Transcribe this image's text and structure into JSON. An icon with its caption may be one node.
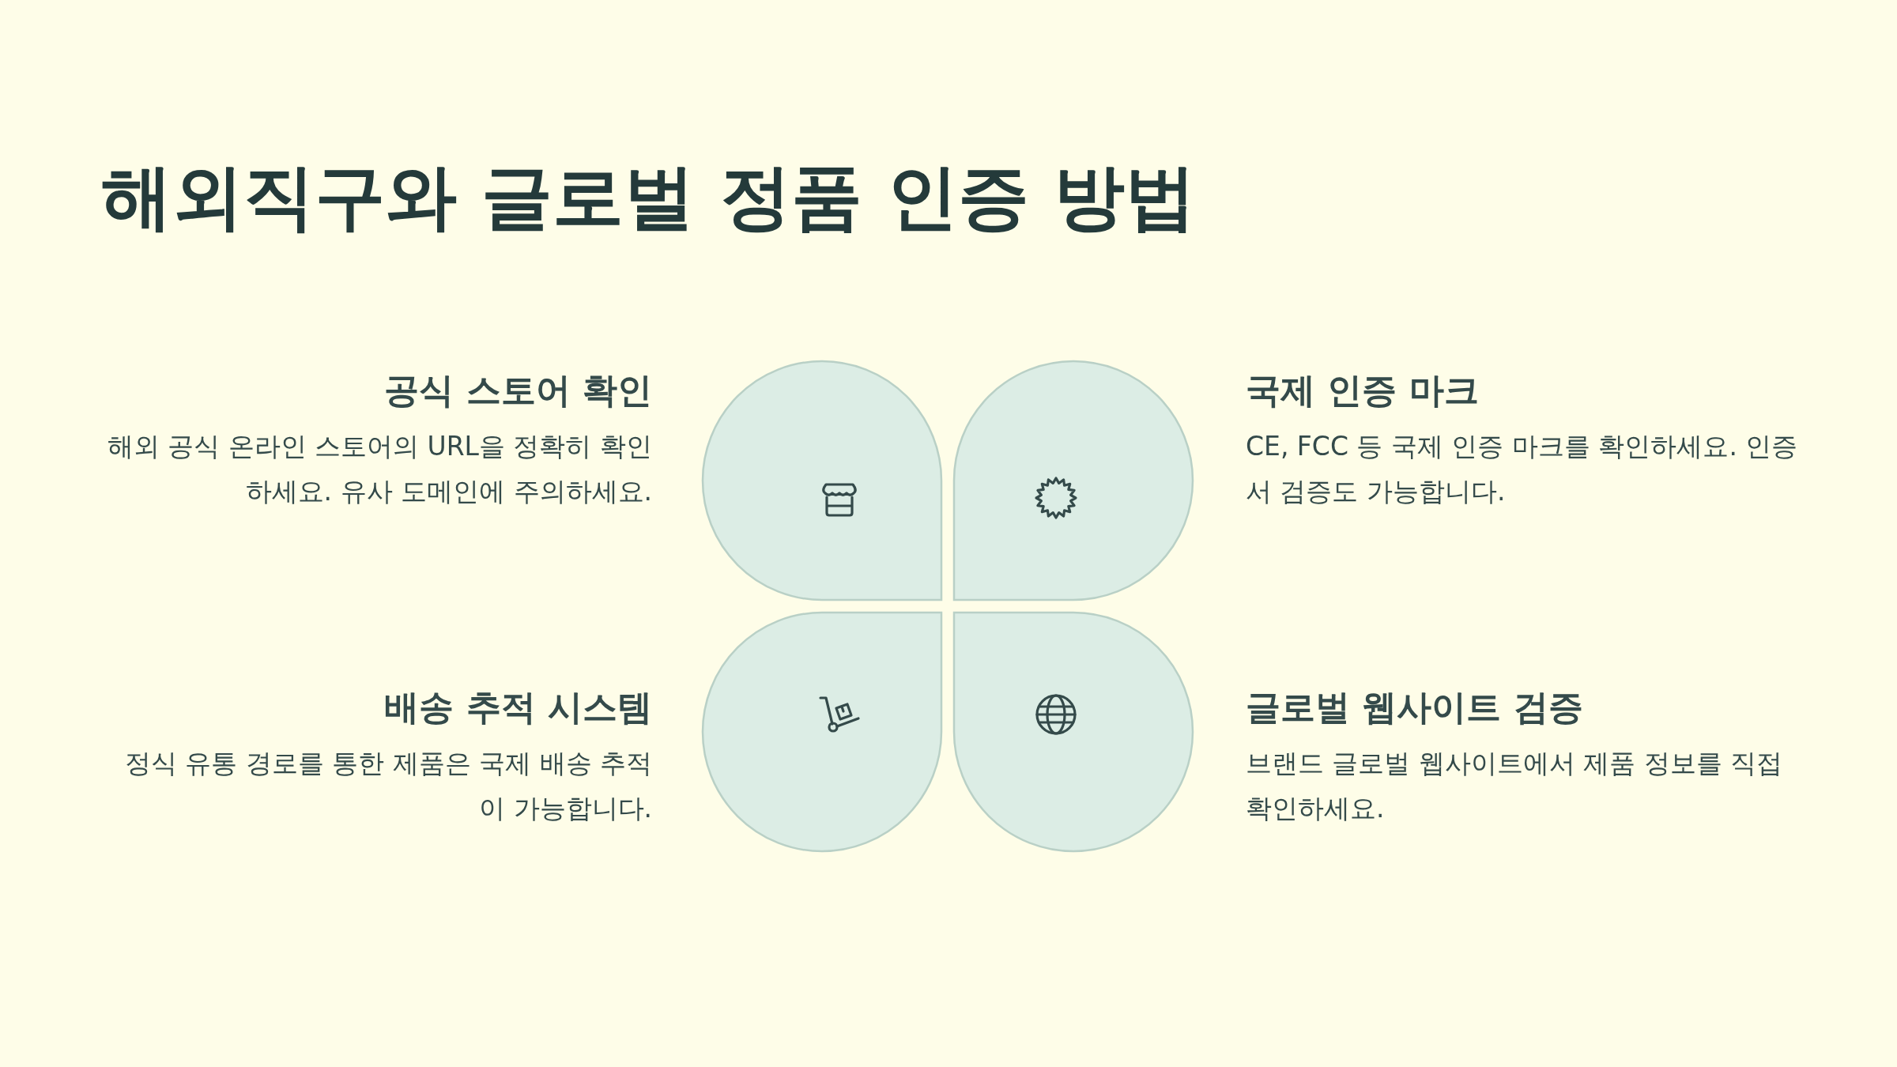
{
  "diagram": {
    "title": "해외직구와 글로벌 정품 인증 방법",
    "nodes": [
      {
        "text": [
          "공식 스토어 확인",
          "해외 공식 온라인 스토어의 URL을 정확히 확인하세요. 유사 도메인에 주의하세요."
        ]
      },
      {
        "text": [
          "국제 인증 마크",
          "CE, FCC 등 국제 인증 마크를 확인하세요. 인증서 검증도 가능합니다."
        ]
      },
      {
        "text": [
          "배송 추적 시스템",
          "정식 유통 경로를 통한 제품은 국제 배송 추적이 가능합니다."
        ]
      },
      {
        "text": [
          "글로벌 웹사이트 검증",
          "브랜드 글로벌 웹사이트에서 제품 정보를 직접 확인하세요."
        ]
      }
    ]
  }
}
